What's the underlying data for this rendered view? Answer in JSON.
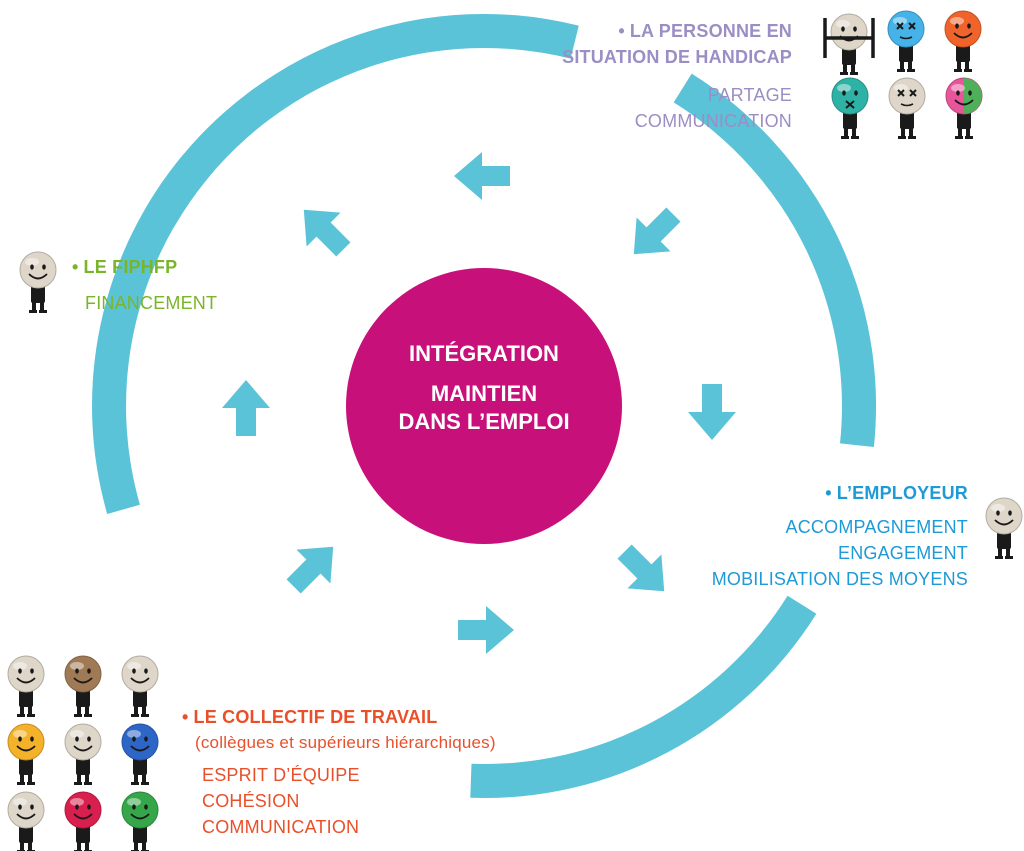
{
  "colors": {
    "ring": "#5bc3d8",
    "center": "#c8107a",
    "personne": "#9b8ec4",
    "fiphfp": "#7ab529",
    "employeur": "#1e9ad6",
    "collectif": "#e9502a"
  },
  "center": {
    "line1": "INTÉGRATION",
    "line2": "MAINTIEN",
    "line3": "DANS L’EMPLOI"
  },
  "personne": {
    "bullet": "•",
    "title_line1": "LA PERSONNE EN",
    "title_line2": "SITUATION DE HANDICAP",
    "roles": [
      "PARTAGE",
      "COMMUNICATION"
    ]
  },
  "fiphfp": {
    "bullet": "•",
    "title": "LE FIPHFP",
    "roles": [
      "FINANCEMENT"
    ]
  },
  "employeur": {
    "bullet": "•",
    "title": "L’EMPLOYEUR",
    "roles": [
      "ACCOMPAGNEMENT",
      "ENGAGEMENT",
      "MOBILISATION DES MOYENS"
    ]
  },
  "collectif": {
    "bullet": "•",
    "title": "LE COLLECTIF DE TRAVAIL",
    "note": "(collègues et supérieurs hiérarchiques)",
    "roles": [
      "ESPRIT D’ÉQUIPE",
      "COHÉSION",
      "COMMUNICATION"
    ]
  },
  "figures": {
    "personne_group": [
      {
        "name": "smiley-wheelchair-figure-icon",
        "head": "#ded6c8"
      },
      {
        "name": "smiley-blue-crossed-eyes-figure-icon",
        "head": "#45b3e8"
      },
      {
        "name": "smiley-orange-figure-icon",
        "head": "#f0642c"
      },
      {
        "name": "smiley-teal-mouth-crossed-figure-icon",
        "head": "#2fb2a6"
      },
      {
        "name": "smiley-beige-crossed-eyes-figure-icon",
        "head": "#ded6c8"
      },
      {
        "name": "smiley-pink-green-figure-icon",
        "head": "#e8559b"
      }
    ],
    "fiphfp_figure": {
      "name": "smiley-beige-figure-icon",
      "head": "#ded6c8"
    },
    "employeur_figure": {
      "name": "smiley-beige-figure-icon",
      "head": "#ded6c8"
    },
    "collectif_group": [
      {
        "name": "smiley-beige-figure-icon",
        "head": "#ded6c8"
      },
      {
        "name": "smiley-brown-figure-icon",
        "head": "#a07a55"
      },
      {
        "name": "smiley-beige-figure-icon",
        "head": "#ded6c8"
      },
      {
        "name": "smiley-yellow-figure-icon",
        "head": "#f3b22a"
      },
      {
        "name": "smiley-beige-figure-icon",
        "head": "#ded6c8"
      },
      {
        "name": "smiley-blue-figure-icon",
        "head": "#2e66c8"
      },
      {
        "name": "smiley-beige-figure-icon",
        "head": "#ded6c8"
      },
      {
        "name": "smiley-red-figure-icon",
        "head": "#d81f4e"
      },
      {
        "name": "smiley-green-figure-icon",
        "head": "#36a64a"
      }
    ]
  }
}
